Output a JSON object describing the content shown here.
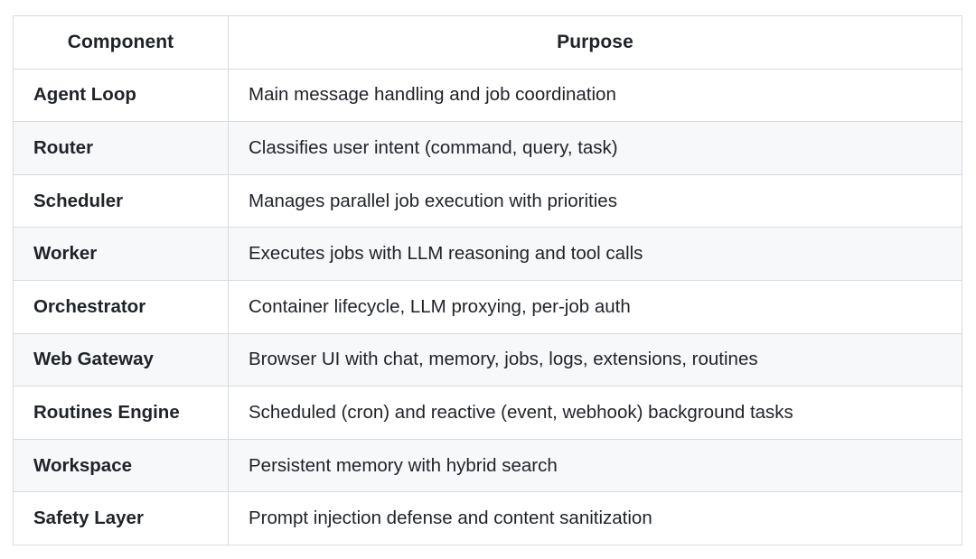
{
  "table": {
    "columns": [
      {
        "key": "component",
        "label": "Component",
        "align": "center"
      },
      {
        "key": "purpose",
        "label": "Purpose",
        "align": "center"
      }
    ],
    "rows": [
      {
        "component": "Agent Loop",
        "purpose": "Main message handling and job coordination"
      },
      {
        "component": "Router",
        "purpose": "Classifies user intent (command, query, task)"
      },
      {
        "component": "Scheduler",
        "purpose": "Manages parallel job execution with priorities"
      },
      {
        "component": "Worker",
        "purpose": "Executes jobs with LLM reasoning and tool calls"
      },
      {
        "component": "Orchestrator",
        "purpose": "Container lifecycle, LLM proxying, per-job auth"
      },
      {
        "component": "Web Gateway",
        "purpose": "Browser UI with chat, memory, jobs, logs, extensions, routines"
      },
      {
        "component": "Routines Engine",
        "purpose": "Scheduled (cron) and reactive (event, webhook) background tasks"
      },
      {
        "component": "Workspace",
        "purpose": "Persistent memory with hybrid search"
      },
      {
        "component": "Safety Layer",
        "purpose": "Prompt injection defense and content sanitization"
      }
    ]
  },
  "colors": {
    "page_background": "#ffffff",
    "row_background": "#ffffff",
    "row_background_alt": "#f6f8fa",
    "border": "#d7dce2",
    "text": "#1f2328"
  }
}
